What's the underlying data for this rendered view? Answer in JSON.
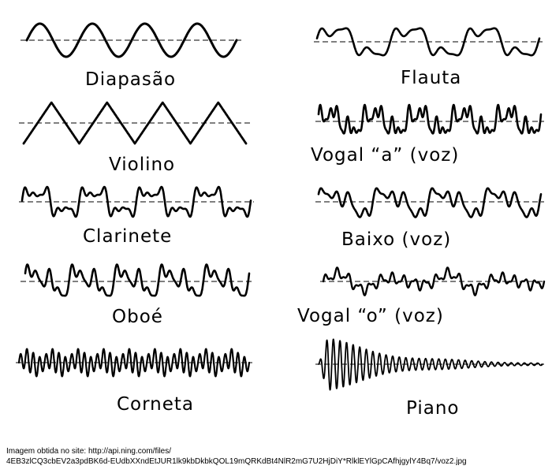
{
  "waveforms": [
    {
      "id": "diapasao",
      "label": "Diapasão",
      "kind": "sine"
    },
    {
      "id": "flauta",
      "label": "Flauta",
      "kind": "flute"
    },
    {
      "id": "violino",
      "label": "Violino",
      "kind": "triangle"
    },
    {
      "id": "vogal-a",
      "label": "Vogal  “a”  (voz)",
      "kind": "complex-a"
    },
    {
      "id": "clarinete",
      "label": "Clarinete",
      "kind": "clarinet"
    },
    {
      "id": "baixo",
      "label": "Baixo  (voz)",
      "kind": "complex-bass"
    },
    {
      "id": "oboe",
      "label": "Oboé",
      "kind": "oboe"
    },
    {
      "id": "vogal-o",
      "label": "Vogal  “o”  (voz)",
      "kind": "complex-o"
    },
    {
      "id": "corneta",
      "label": "Corneta",
      "kind": "cornet"
    },
    {
      "id": "piano",
      "label": "Piano",
      "kind": "decay"
    }
  ],
  "credit": {
    "line1": "Imagem obtida no site: http://api.ning.com/files/",
    "line2": "4EB3zlCQ3cbEV2a3pdBK6d-EUdbXXndEtJUR1lk9kbDkbkQOL19mQRKdBt4NlR2mG7U2HjDiY*RlklEYlGpCAfhjgylY4Bq7/voz2.jpg"
  },
  "colors": {
    "ink": "#000000",
    "background": "#ffffff"
  }
}
